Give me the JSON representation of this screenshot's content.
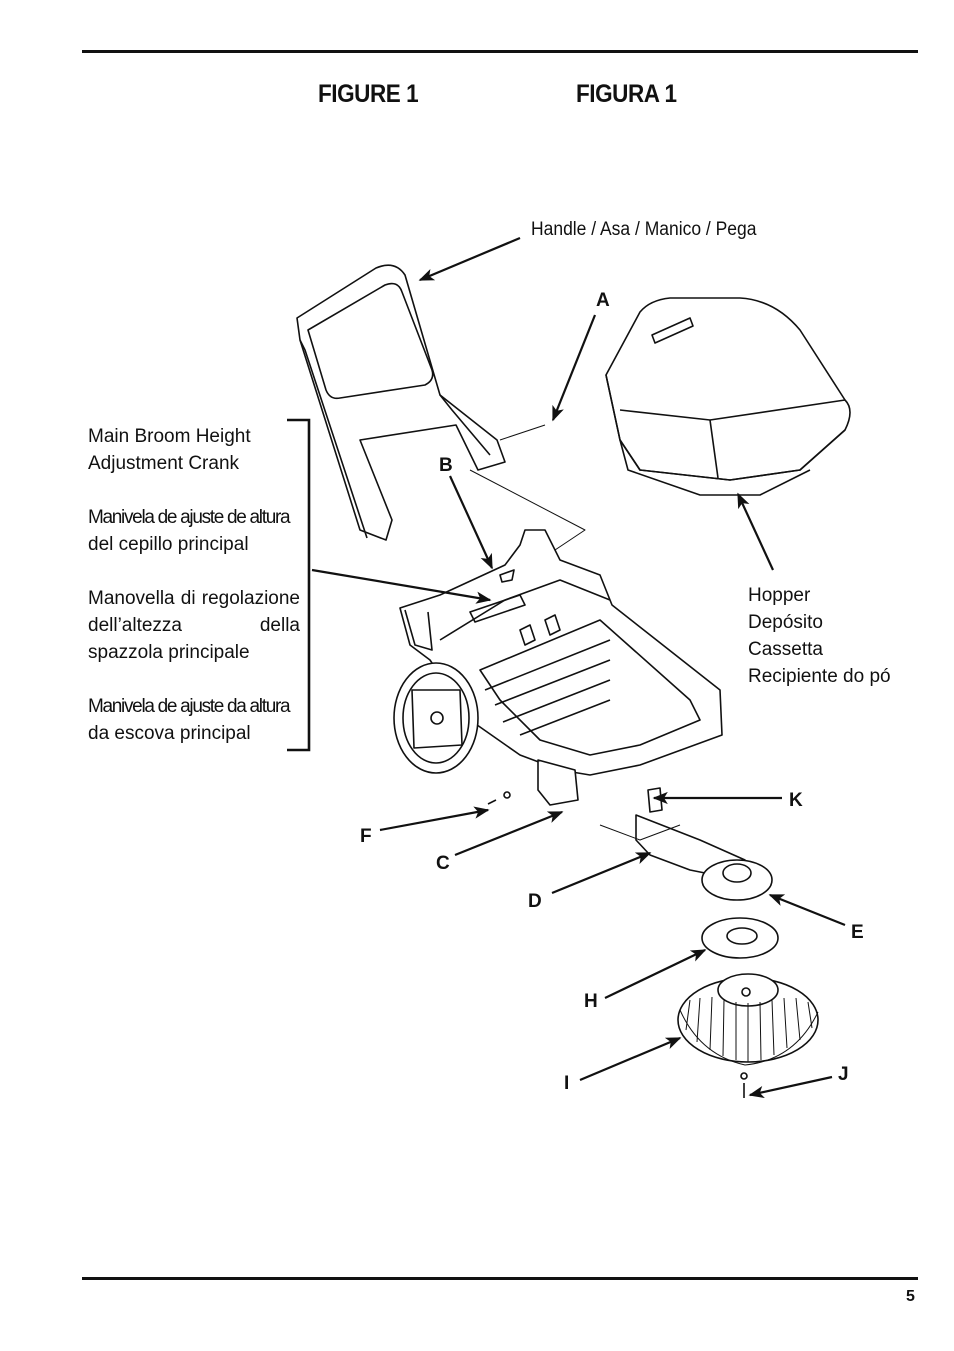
{
  "header": {
    "figure_en": "FIGURE 1",
    "figure_it": "FIGURA 1"
  },
  "labels": {
    "handle": "Handle / Asa / Manico / Pega",
    "crank": {
      "en_line1": "Main Broom Height",
      "en_line2": "Adjustment Crank",
      "es_line1": "Manivela de ajuste de altura",
      "es_line2": "del cepillo principal",
      "it": "Manovella di regolazione dell’altezza della spazzola principale",
      "pt_line1": "Manivela de ajuste da altura",
      "pt_line2": "da escova principal"
    },
    "hopper": [
      "Hopper",
      "Depósito",
      "Cassetta",
      "Recipiente do pó"
    ]
  },
  "letters": [
    "A",
    "B",
    "C",
    "D",
    "E",
    "F",
    "H",
    "I",
    "J",
    "K"
  ],
  "footer": {
    "page_number": "5"
  }
}
